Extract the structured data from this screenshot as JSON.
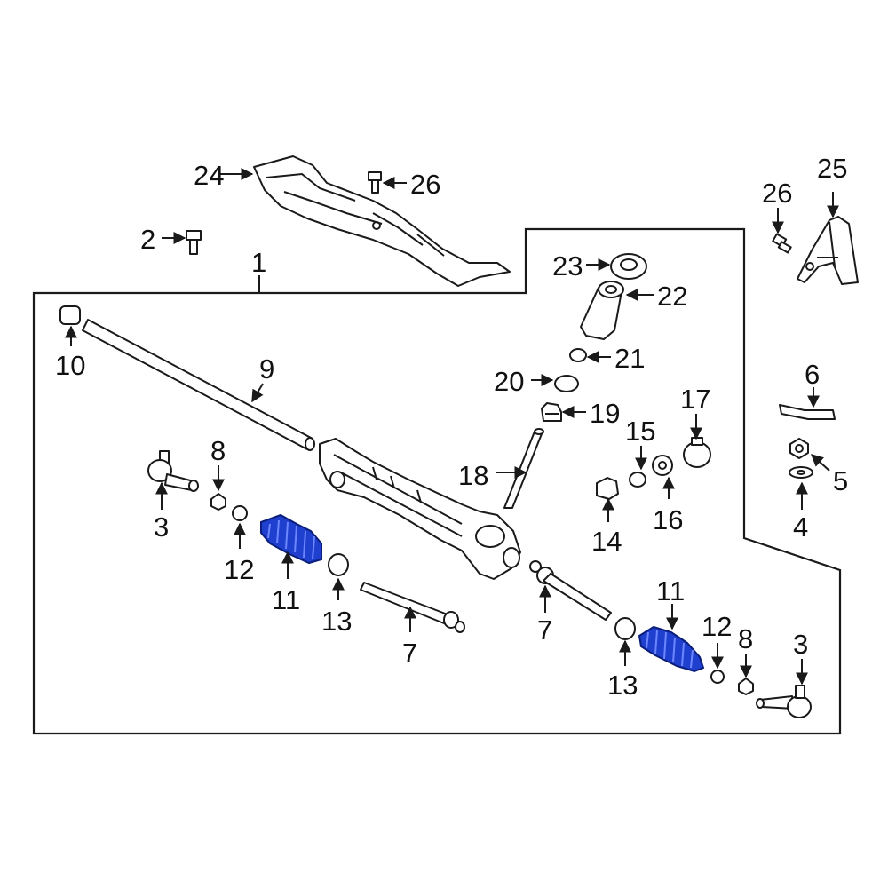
{
  "colors": {
    "highlight": "#1f3fcf",
    "linework": "#1a1a1a",
    "background": "#ffffff"
  },
  "callouts": {
    "c1": "1",
    "c2": "2",
    "c3_left": "3",
    "c3_right": "3",
    "c4": "4",
    "c5": "5",
    "c6": "6",
    "c7_left": "7",
    "c7_right": "7",
    "c8_left": "8",
    "c8_right": "8",
    "c9": "9",
    "c10": "10",
    "c11_left": "11",
    "c11_right": "11",
    "c12_left": "12",
    "c12_right": "12",
    "c13_left": "13",
    "c13_right": "13",
    "c14": "14",
    "c15": "15",
    "c16": "16",
    "c17": "17",
    "c18": "18",
    "c19": "19",
    "c20": "20",
    "c21": "21",
    "c22": "22",
    "c23": "23",
    "c24": "24",
    "c25": "25",
    "c26_top": "26",
    "c26_right": "26"
  }
}
